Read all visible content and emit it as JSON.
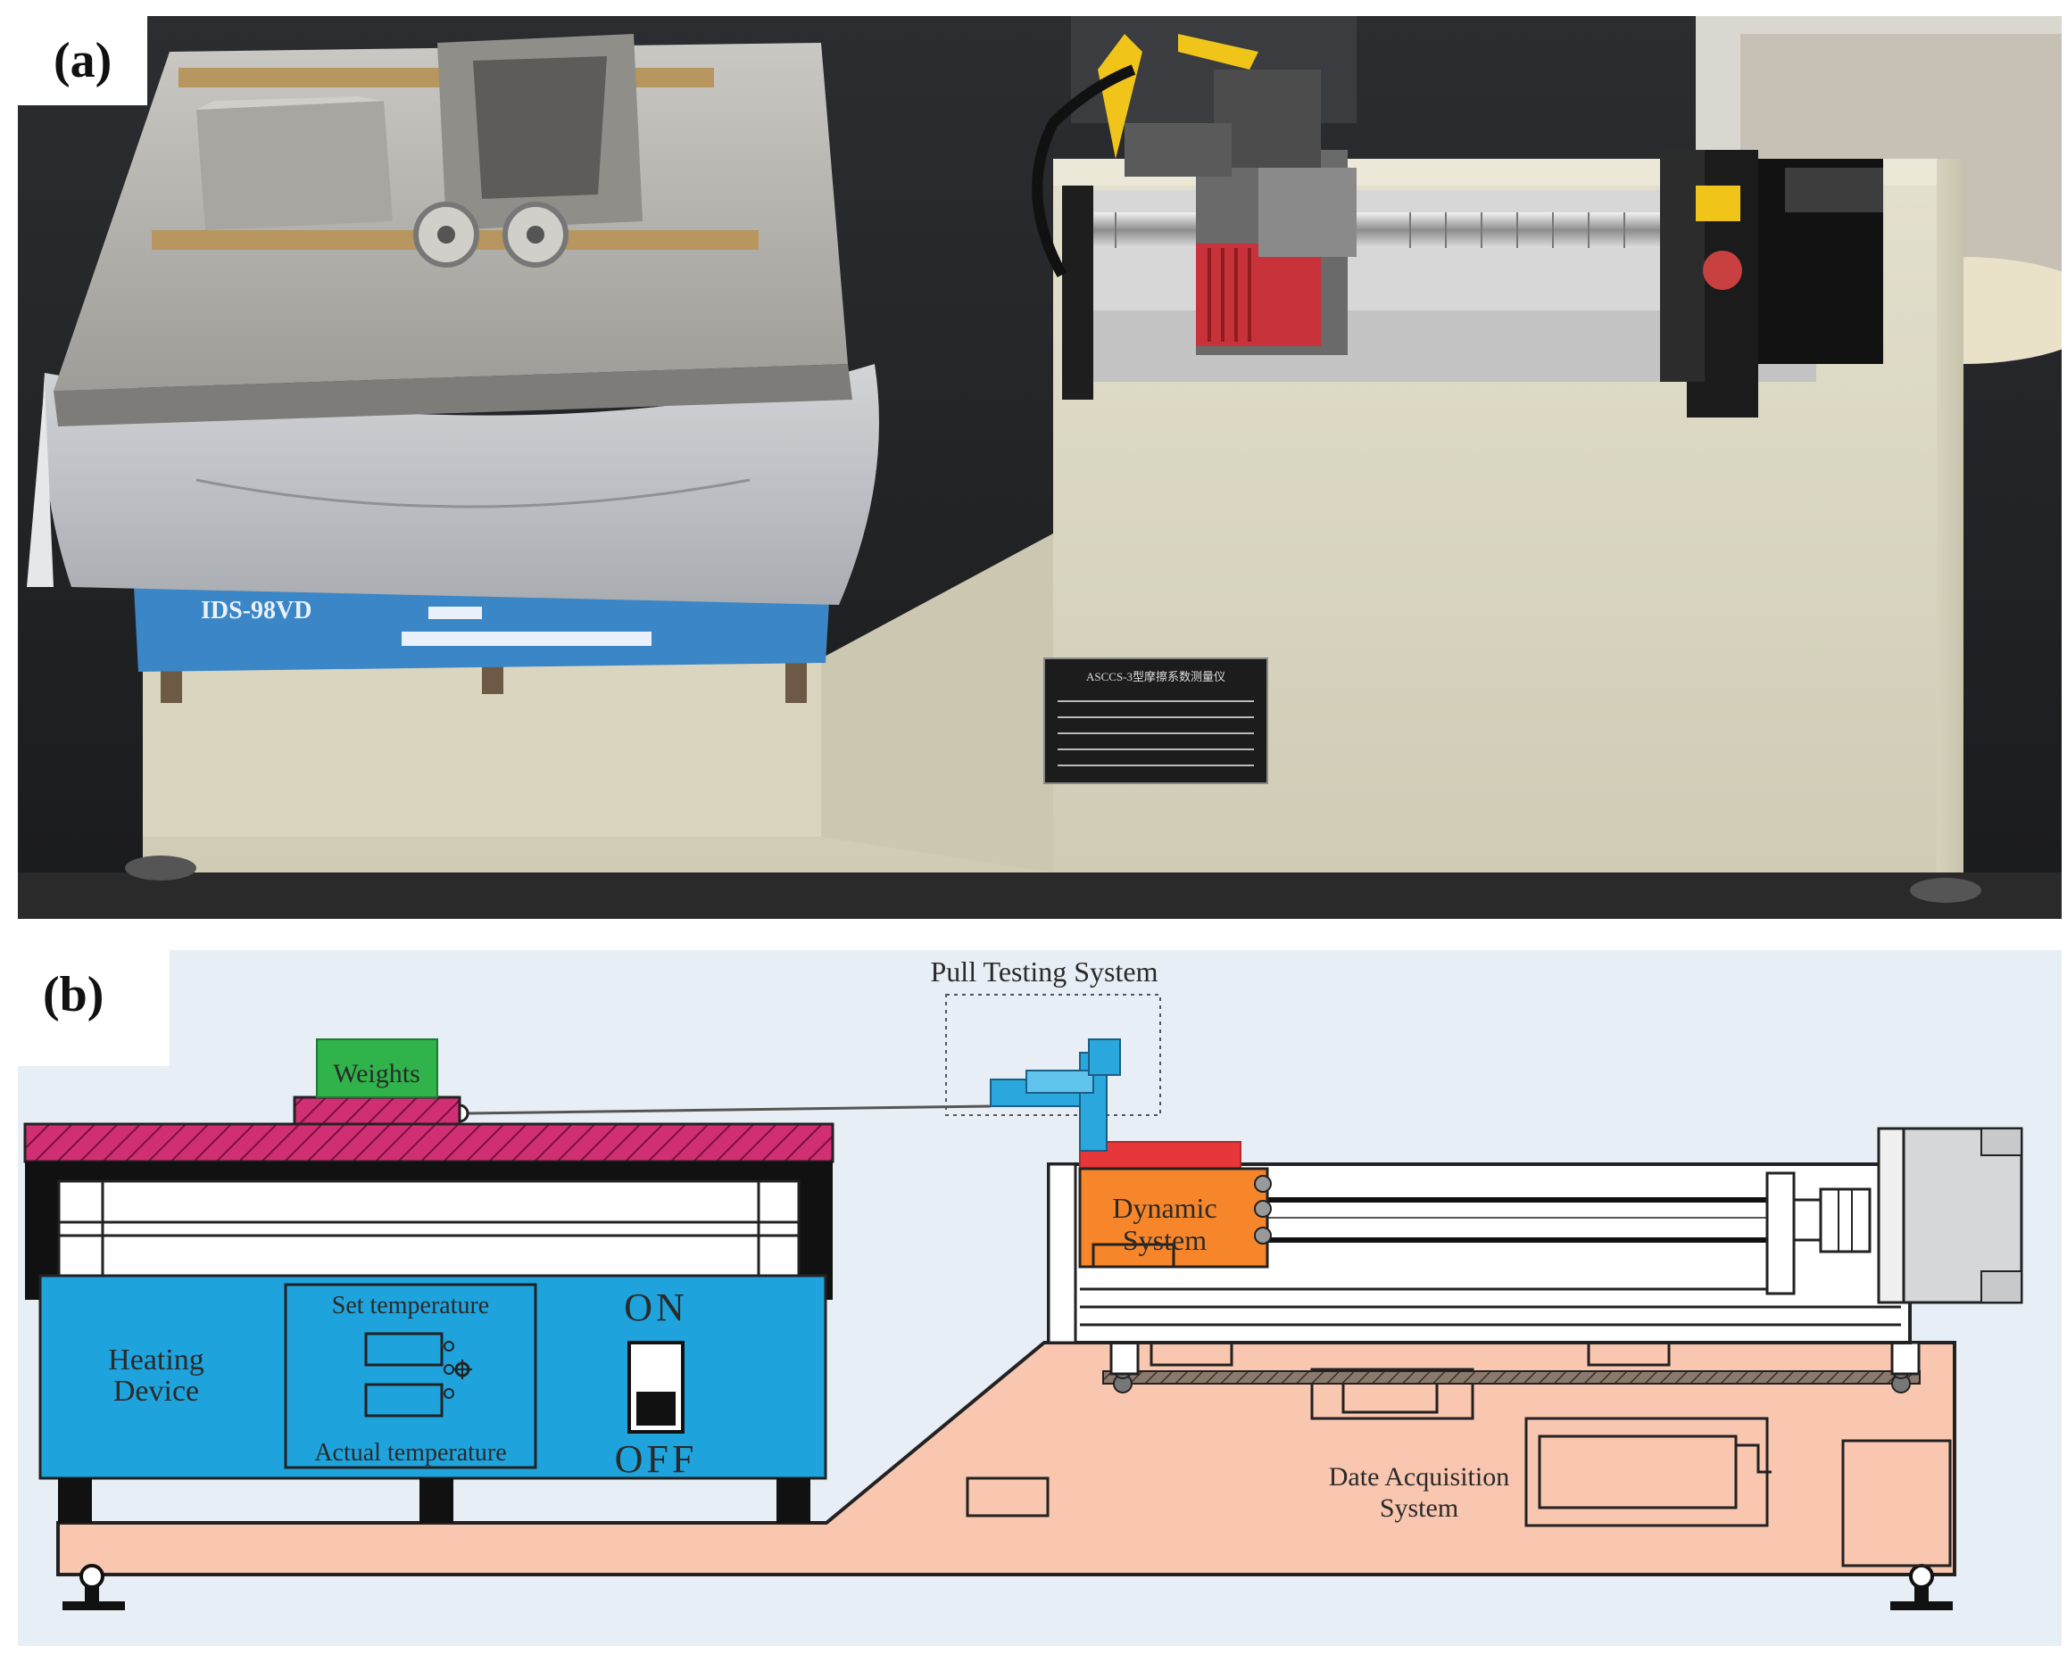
{
  "panel_a": {
    "letter": "(a)",
    "heater_model": "IDS-98VD",
    "nameplate_title": "ASCCS-3型摩擦系数测量仪"
  },
  "panel_b": {
    "letter": "(b)",
    "labels": {
      "pull_testing": "Pull  Testing  System",
      "weights": "Weights",
      "dynamic_line1": "Dynamic",
      "dynamic_line2": "System",
      "heating_line1": "Heating",
      "heating_line2": "Device",
      "set_temp": "Set temperature",
      "actual_temp": "Actual temperature",
      "on": "ON",
      "off": "OFF",
      "daq_line1": "Date Acquisition",
      "daq_line2": "System"
    }
  },
  "colors": {
    "heater_blue": "#1fa3dc",
    "base_pink": "#f9c6b0",
    "dynamic_orange": "#f7862b",
    "red_block": "#e8373a",
    "weights_green": "#2fb34a",
    "hatch_magenta": "#d12f73",
    "clamp_blue": "#2aa7dd",
    "diagram_bg": "#e8eef5",
    "bench_beige": "#dcd9c6"
  }
}
